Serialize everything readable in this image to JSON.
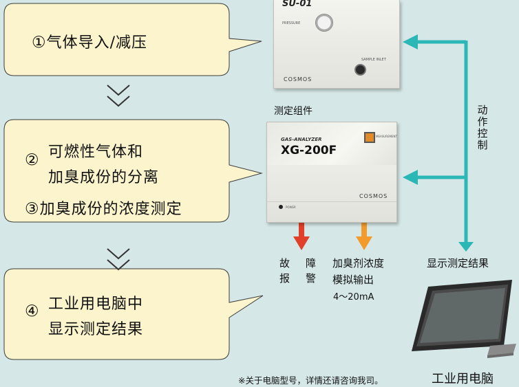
{
  "steps": {
    "s1": {
      "num": "①",
      "text": "气体导入/减压"
    },
    "s2": {
      "num": "②",
      "line1": "可燃性气体和",
      "line2": "加臭成份的分离"
    },
    "s3": {
      "num": "③",
      "text": "加臭成份的浓度测定"
    },
    "s4": {
      "num": "④",
      "line1": "工业用电脑中",
      "line2": "显示测定结果"
    }
  },
  "devices": {
    "su01": {
      "model": "SU-01",
      "dial_label": "PRESSURE",
      "inlet_label": "SAMPLE INLET",
      "brand": "COSMOS"
    },
    "xg200f": {
      "section_label": "测定组件",
      "sub": "GAS-ANALYZER",
      "model": "XG-200F",
      "lamp_label": "MEASUREMENT",
      "brand": "COSMOS",
      "power_label": "POWER"
    }
  },
  "labels": {
    "control": "动作控制",
    "fault": {
      "col1": "故报",
      "col2": "障警"
    },
    "odorant": {
      "line1": "加臭剂浓度",
      "line2": "模拟输出",
      "line3": "4～20mA"
    },
    "display": "显示测定结果",
    "pc_caption": "工业用电脑",
    "footnote": "※关于电脑型号，详情还请咨询我司。"
  },
  "colors": {
    "bubble_fill": "#fbf4cc",
    "bubble_stroke": "#3a3a3a",
    "teal": "#2ab7b5",
    "red": "#e0402a",
    "orange": "#f39a2c",
    "background": "#d5e7e7"
  }
}
